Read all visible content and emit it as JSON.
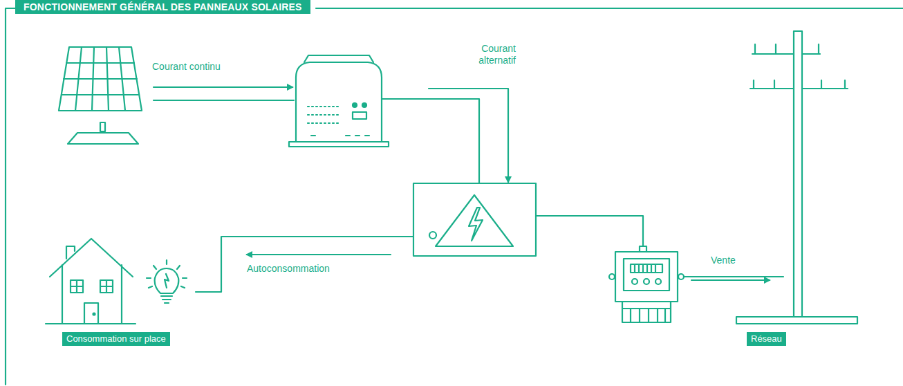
{
  "diagram": {
    "title": "FONCTIONNEMENT GÉNÉRAL DES PANNEAUX SOLAIRES",
    "nodes": [
      {
        "text": [
          "Consommation sur place"
        ]
      },
      {
        "text": [
          "Réseau"
        ]
      }
    ],
    "labels": [
      "Courant continu",
      "Courant alternatif",
      "Autoconsommation",
      "Vente"
    ]
  }
}
